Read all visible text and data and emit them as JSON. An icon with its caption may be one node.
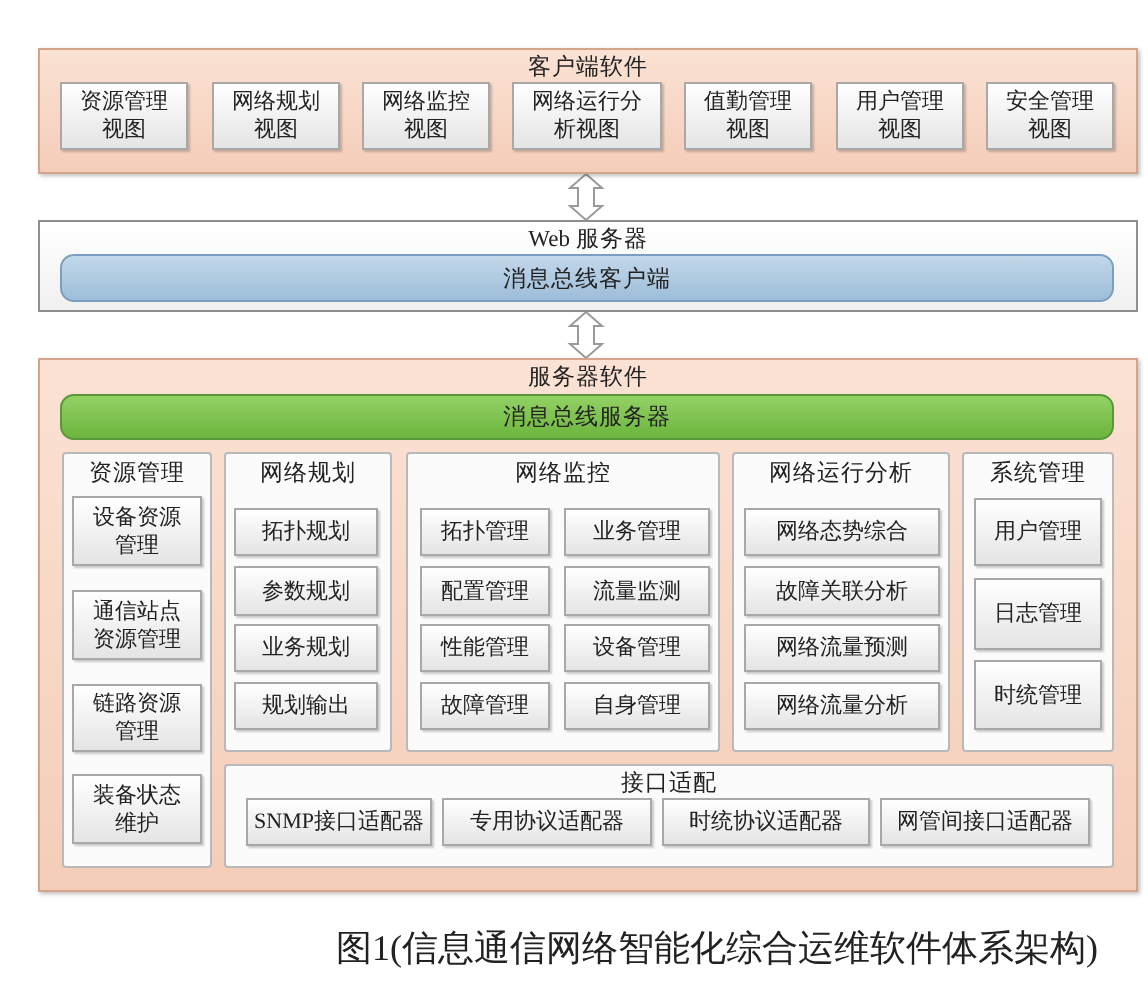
{
  "diagram": {
    "caption": "图1(信息通信网络智能化综合运维软件体系架构)",
    "nodes": [
      {
        "text": [
          "客户端软件"
        ]
      },
      {
        "text": [
          "资源管理视图"
        ],
        "in": 0
      },
      {
        "text": [
          "网络规划视图"
        ],
        "in": 0
      },
      {
        "text": [
          "网络监控视图"
        ],
        "in": 0
      },
      {
        "text": [
          "网络运行分析视图"
        ],
        "in": 0
      },
      {
        "text": [
          "值勤管理视图"
        ],
        "in": 0
      },
      {
        "text": [
          "用户管理视图"
        ],
        "in": 0
      },
      {
        "text": [
          "安全管理视图"
        ],
        "in": 0
      },
      {
        "text": [
          "Web 服务器"
        ]
      },
      {
        "text": [
          "消息总线客户端"
        ],
        "in": 8
      },
      {
        "text": [
          "服务器软件"
        ]
      },
      {
        "text": [
          "消息总线服务器"
        ],
        "in": 10
      },
      {
        "text": [
          "资源管理"
        ],
        "in": 10
      },
      {
        "text": [
          "设备资源管理"
        ],
        "in": 12
      },
      {
        "text": [
          "通信站点资源管理"
        ],
        "in": 12
      },
      {
        "text": [
          "链路资源管理"
        ],
        "in": 12
      },
      {
        "text": [
          "装备状态维护"
        ],
        "in": 12
      },
      {
        "text": [
          "网络规划"
        ],
        "in": 10
      },
      {
        "text": [
          "拓扑规划"
        ],
        "in": 17
      },
      {
        "text": [
          "参数规划"
        ],
        "in": 17
      },
      {
        "text": [
          "业务规划"
        ],
        "in": 17
      },
      {
        "text": [
          "规划输出"
        ],
        "in": 17
      },
      {
        "text": [
          "网络监控"
        ],
        "in": 10
      },
      {
        "text": [
          "拓扑管理"
        ],
        "in": 22
      },
      {
        "text": [
          "业务管理"
        ],
        "in": 22
      },
      {
        "text": [
          "配置管理"
        ],
        "in": 22
      },
      {
        "text": [
          "流量监测"
        ],
        "in": 22
      },
      {
        "text": [
          "性能管理"
        ],
        "in": 22
      },
      {
        "text": [
          "设备管理"
        ],
        "in": 22
      },
      {
        "text": [
          "故障管理"
        ],
        "in": 22
      },
      {
        "text": [
          "自身管理"
        ],
        "in": 22
      },
      {
        "text": [
          "网络运行分析"
        ],
        "in": 10
      },
      {
        "text": [
          "网络态势综合"
        ],
        "in": 31
      },
      {
        "text": [
          "故障关联分析"
        ],
        "in": 31
      },
      {
        "text": [
          "网络流量预测"
        ],
        "in": 31
      },
      {
        "text": [
          "网络流量分析"
        ],
        "in": 31
      },
      {
        "text": [
          "系统管理"
        ],
        "in": 10
      },
      {
        "text": [
          "用户管理"
        ],
        "in": 36
      },
      {
        "text": [
          "日志管理"
        ],
        "in": 36
      },
      {
        "text": [
          "时统管理"
        ],
        "in": 36
      },
      {
        "text": [
          "接口适配"
        ],
        "in": 10
      },
      {
        "text": [
          "SNMP接口适配器"
        ],
        "in": 40
      },
      {
        "text": [
          "专用协议适配器"
        ],
        "in": 40
      },
      {
        "text": [
          "时统协议适配器"
        ],
        "in": 40
      },
      {
        "text": [
          "网管间接口适配器"
        ],
        "in": 40
      }
    ],
    "edges": [
      {
        "from": 0,
        "to": 8,
        "arrow": "both"
      },
      {
        "from": 8,
        "to": 10,
        "arrow": "both"
      }
    ]
  }
}
